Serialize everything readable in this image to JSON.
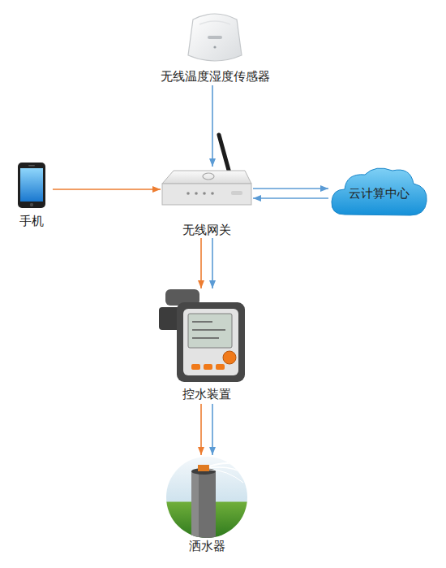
{
  "diagram": {
    "nodes": [
      {
        "text": [
          "无线温度湿度传感器"
        ]
      },
      {
        "text": [
          "手机"
        ]
      },
      {
        "text": [
          "无线网关"
        ]
      },
      {
        "text": [
          "云计算中心"
        ]
      },
      {
        "text": [
          "控水装置"
        ]
      },
      {
        "text": [
          "洒水器"
        ]
      }
    ],
    "edges": [
      {
        "from": 0,
        "to": 2,
        "arrow": "to"
      },
      {
        "from": 1,
        "to": 2,
        "arrow": "to"
      },
      {
        "from": 2,
        "to": 3,
        "arrow": "to"
      },
      {
        "from": 3,
        "to": 2,
        "arrow": "to"
      },
      {
        "from": 2,
        "to": 4,
        "arrow": "to"
      },
      {
        "from": 2,
        "to": 4,
        "arrow": "to"
      },
      {
        "from": 4,
        "to": 5,
        "arrow": "to"
      },
      {
        "from": 4,
        "to": 5,
        "arrow": "to"
      }
    ]
  }
}
